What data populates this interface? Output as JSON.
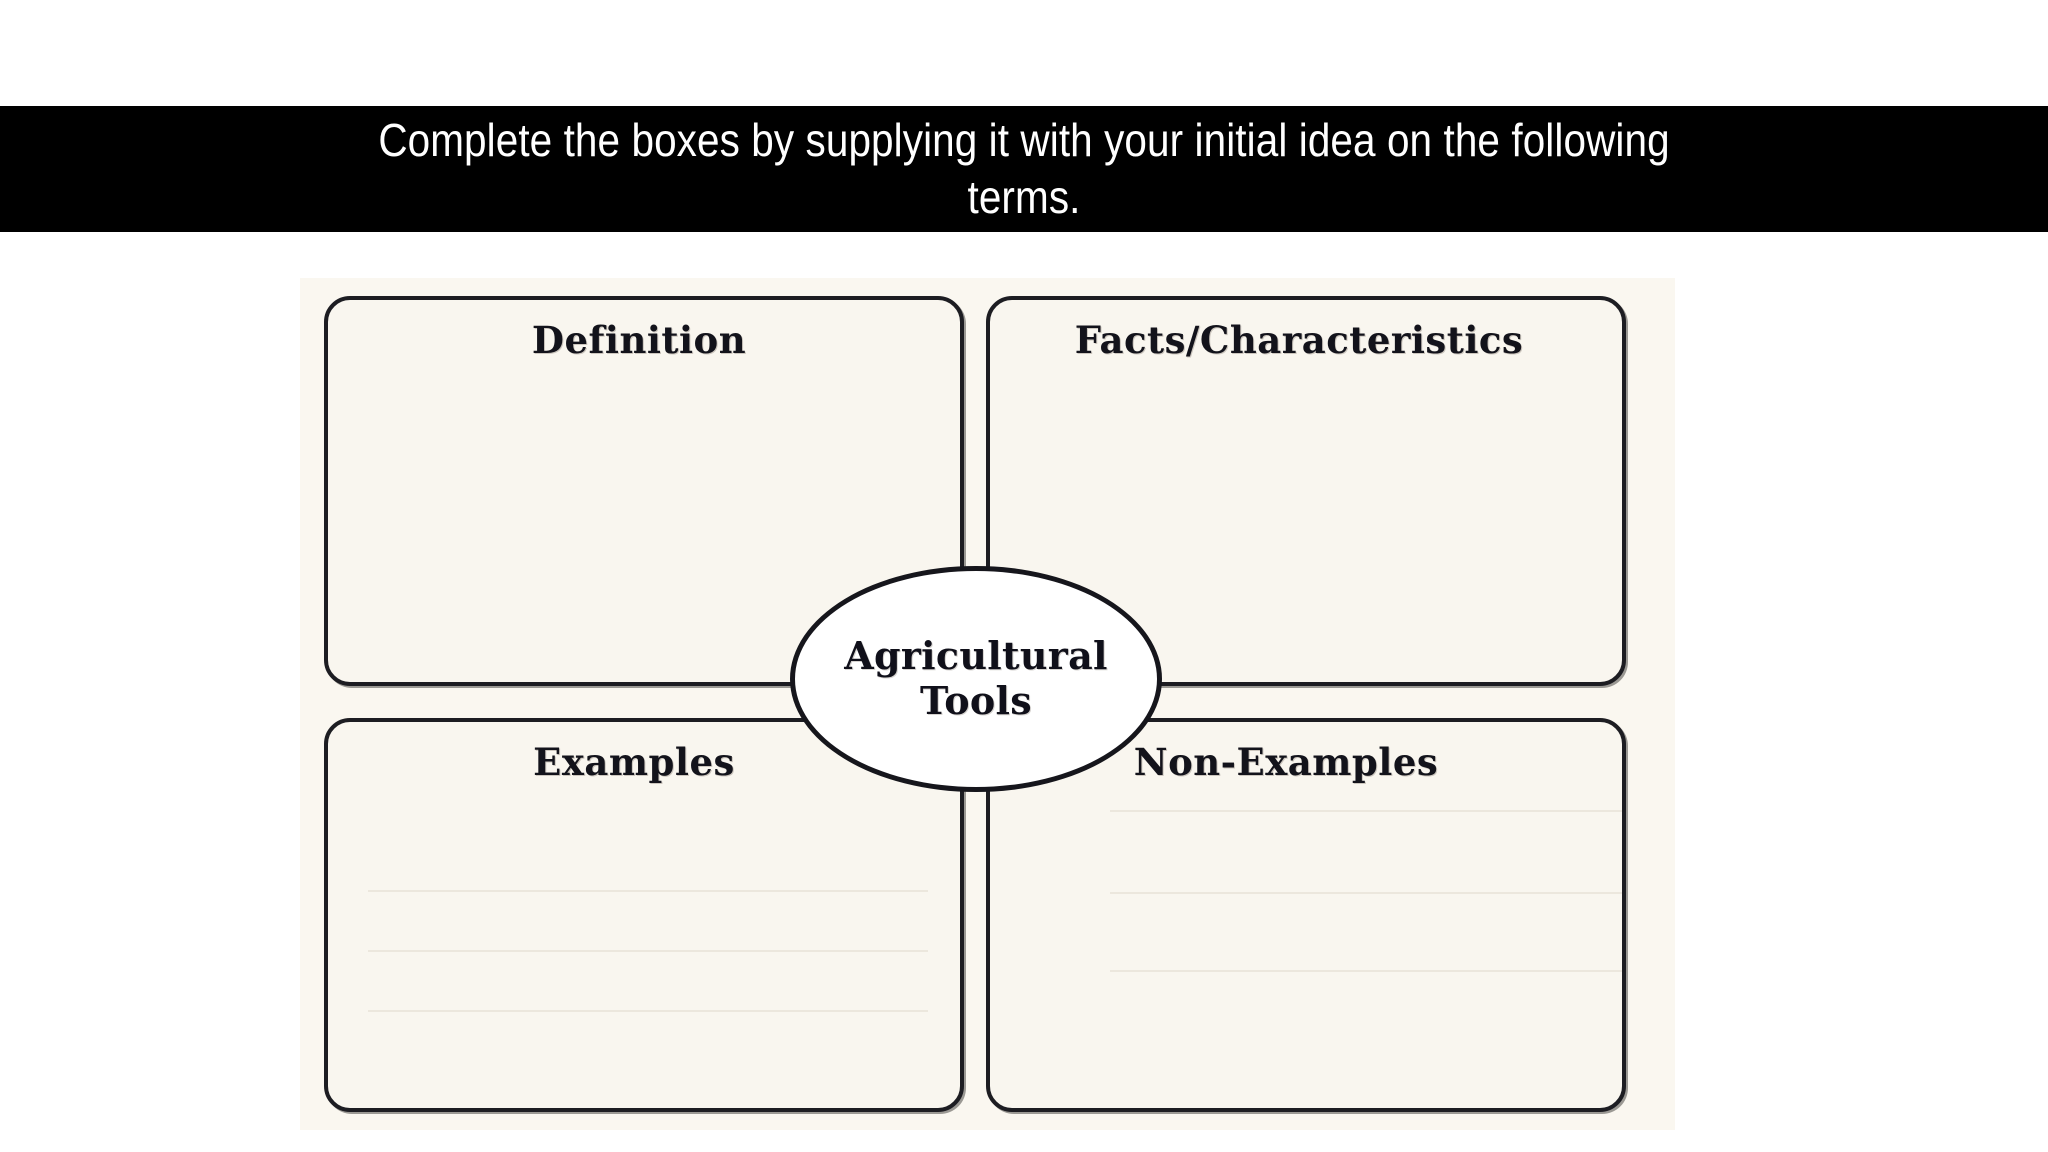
{
  "banner": {
    "instruction": "Complete the boxes by supplying it with your initial idea on the following\nterms.",
    "background_color": "#000000",
    "text_color": "#ffffff"
  },
  "frayer_model": {
    "center_term": "Agricultural\nTools",
    "container_background": "#faf7f0",
    "box_fill": "#f9f6ef",
    "box_border_color": "#1d1d22",
    "ellipse_fill": "#ffffff",
    "quadrants": [
      {
        "id": "definition",
        "label": "Definition",
        "content": "",
        "position": "top-left"
      },
      {
        "id": "facts",
        "label": "Facts/Characteristics",
        "content": "",
        "position": "top-right"
      },
      {
        "id": "examples",
        "label": "Examples",
        "content": "",
        "position": "bottom-left"
      },
      {
        "id": "non_examples",
        "label": "Non-Examples",
        "content": "",
        "position": "bottom-right"
      }
    ]
  }
}
